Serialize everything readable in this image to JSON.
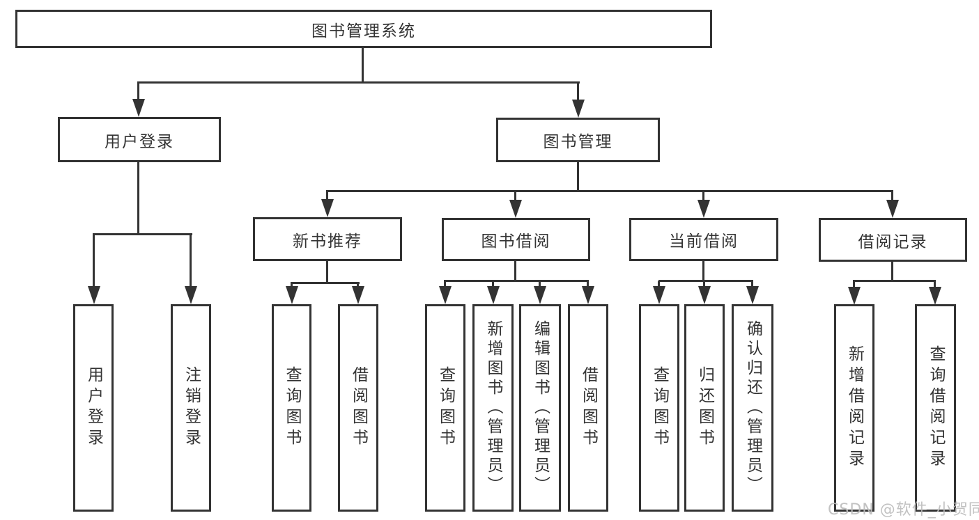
{
  "diagram": {
    "line_color": "#333333",
    "background_color": "#ffffff",
    "watermark": {
      "text": "CSDN @软件_小贺同学",
      "color": "#bdbdbd"
    },
    "tree": {
      "label": "图书管理系统",
      "children": [
        {
          "label": "用户登录",
          "children": [
            {
              "label": "用户登录"
            },
            {
              "label": "注销登录"
            }
          ]
        },
        {
          "label": "图书管理",
          "children": [
            {
              "label": "新书推荐",
              "children": [
                {
                  "label": "查询图书"
                },
                {
                  "label": "借阅图书"
                }
              ]
            },
            {
              "label": "图书借阅",
              "children": [
                {
                  "label": "查询图书"
                },
                {
                  "label": "新增图书（管理员）"
                },
                {
                  "label": "编辑图书（管理员）"
                },
                {
                  "label": "借阅图书"
                }
              ]
            },
            {
              "label": "当前借阅",
              "children": [
                {
                  "label": "查询图书"
                },
                {
                  "label": "归还图书"
                },
                {
                  "label": "确认归还（管理员）"
                }
              ]
            },
            {
              "label": "借阅记录",
              "children": [
                {
                  "label": "新增借阅记录"
                },
                {
                  "label": "查询借阅记录"
                }
              ]
            }
          ]
        }
      ]
    }
  }
}
